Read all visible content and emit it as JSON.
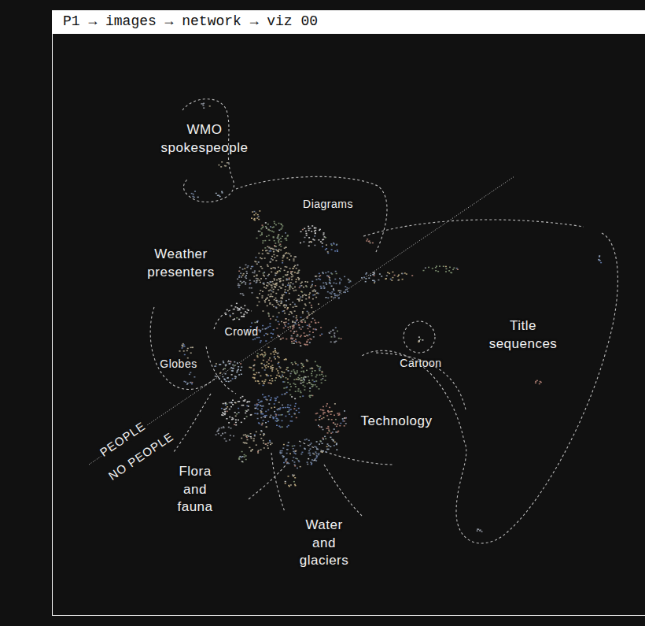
{
  "diagram": {
    "title": "P1 → images → network → viz 00",
    "nodes": [
      {
        "text": [
          "WMO spokespeople"
        ]
      },
      {
        "text": [
          "Diagrams"
        ]
      },
      {
        "text": [
          "Weather presenters"
        ]
      },
      {
        "text": [
          "Crowd"
        ]
      },
      {
        "text": [
          "Globes"
        ]
      },
      {
        "text": [
          "Cartoon"
        ]
      },
      {
        "text": [
          "Title sequences"
        ]
      },
      {
        "text": [
          "Technology"
        ]
      },
      {
        "text": [
          "Flora and fauna"
        ]
      },
      {
        "text": [
          "Water and glaciers"
        ]
      }
    ],
    "labels": [
      "PEOPLE",
      "NO PEOPLE"
    ]
  }
}
